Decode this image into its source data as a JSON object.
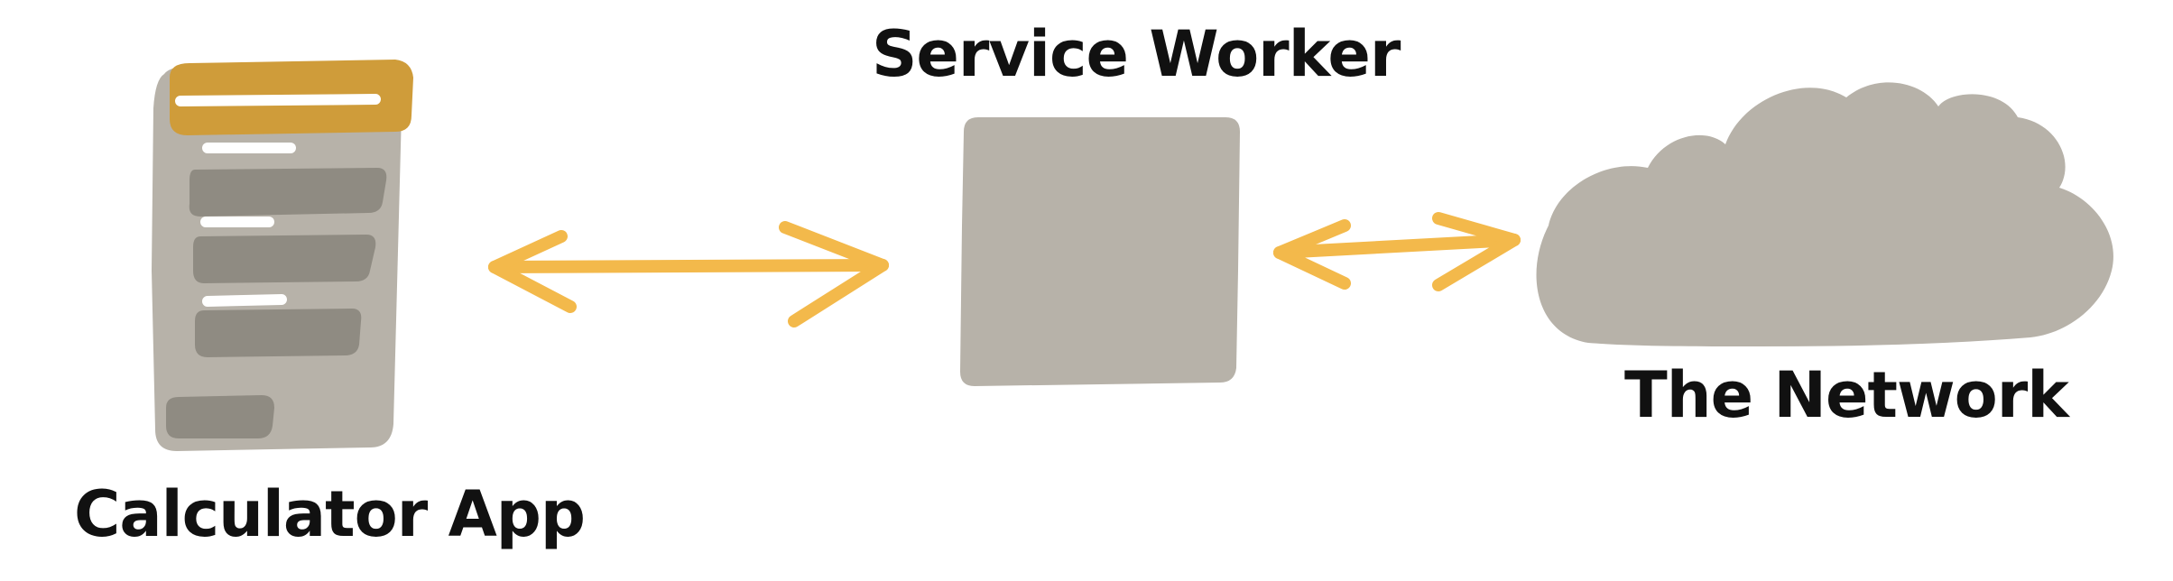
{
  "labels": {
    "calculator_app": "Calculator App",
    "service_worker": "Service Worker",
    "the_network": "The Network"
  },
  "colors": {
    "box_gray": "#b7b2a9",
    "row_dark": "#8f8b82",
    "header_gold": "#cf9c3a",
    "arrow_yellow": "#f3b94b",
    "white_line": "#ffffff",
    "text": "#111111"
  },
  "icons": {
    "app": "phone-calculator-icon",
    "service_worker": "square-box-icon",
    "network": "cloud-icon",
    "arrows": "double-headed-arrow-icon"
  }
}
